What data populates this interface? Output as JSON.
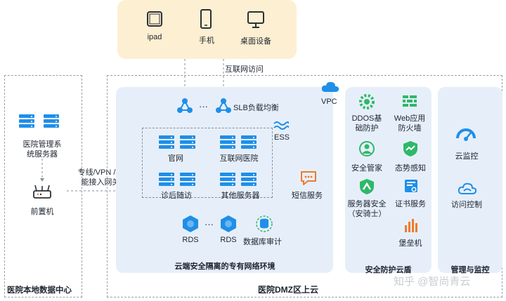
{
  "devices": {
    "ipad": "ipad",
    "phone": "手机",
    "desktop": "桌面设备"
  },
  "internet_access": "互联网访问",
  "local_dc": {
    "title": "医院本地数据中心",
    "server": "医院管理系统服务器",
    "server_line1": "医院管理系",
    "server_line2": "统服务器",
    "frontend": "前置机"
  },
  "link_label_line1": "专线/VPN /智",
  "link_label_line2": "能接入网关",
  "cloud": {
    "title": "医院DMZ区上云",
    "vpc": "VPC",
    "slb": "SLB负载均衡",
    "ess": "ESS",
    "dots": "···",
    "servers": {
      "official_site": "官网",
      "internet_hospital": "互联网医院",
      "follow_up": "诊后随访",
      "other_servers": "其他服务器"
    },
    "sms": "短信服务",
    "rds_1": "RDS",
    "rds_2": "RDS",
    "db_audit": "数据库审计",
    "vpc_caption": "云端安全隔离的专有网络环境"
  },
  "security": {
    "title": "安全防护云盾",
    "ddos_line1": "DDOS基",
    "ddos_line2": "础防护",
    "waf_line1": "Web应用",
    "waf_line2": "防火墙",
    "manager": "安全管家",
    "situation": "态势感知",
    "server_sec_line1": "服务器安全",
    "server_sec_line2": "（安骑士）",
    "cert": "证书服务",
    "bastion": "堡垒机"
  },
  "monitor": {
    "title": "管理与监控",
    "cloud_monitor": "云监控",
    "access_control": "访问控制"
  },
  "watermark": "知乎 @智尚青云",
  "colors": {
    "accent": "#1f8fe8",
    "security_green": "#2fb86a",
    "warning_orange": "#f07a2c",
    "panel": "#e6eff9",
    "devices_bg": "#fdefd2"
  }
}
